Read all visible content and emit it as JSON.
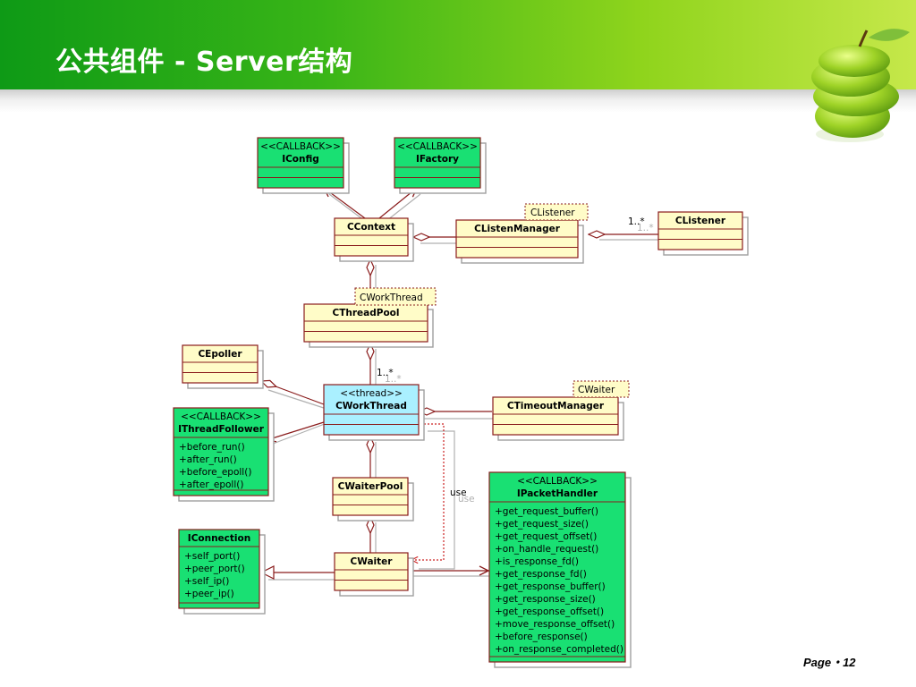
{
  "slide": {
    "title": "公共组件 - Server结构",
    "footer": "Page・12",
    "colors": {
      "header_green": "#39b517",
      "class_fill": "#fffcc8",
      "callback_fill": "#19e073",
      "active_fill": "#aaf0ff",
      "line": "#8a1c1c"
    }
  },
  "diagram": {
    "classes": {
      "iconfig": {
        "stereotype": "<<CALLBACK>>",
        "name": "IConfig",
        "members": []
      },
      "ifactory": {
        "stereotype": "<<CALLBACK>>",
        "name": "IFactory",
        "members": []
      },
      "ccontext": {
        "name": "CContext",
        "members": []
      },
      "clistenmanager": {
        "name": "CListenManager",
        "members": []
      },
      "clistener": {
        "name": "CListener",
        "members": []
      },
      "cthreadpool": {
        "name": "CThreadPool",
        "members": []
      },
      "cepoller": {
        "name": "CEpoller",
        "members": []
      },
      "ithreadfollower": {
        "stereotype": "<<CALLBACK>>",
        "name": "IThreadFollower",
        "members": [
          "+before_run()",
          "+after_run()",
          "+before_epoll()",
          "+after_epoll()"
        ]
      },
      "cworkthread": {
        "stereotype": "<<thread>>",
        "name": "CWorkThread",
        "members": []
      },
      "ctimeoutmanager": {
        "name": "CTimeoutManager",
        "members": []
      },
      "cwaiterpool": {
        "name": "CWaiterPool",
        "members": []
      },
      "ipackethandler": {
        "stereotype": "<<CALLBACK>>",
        "name": "IPacketHandler",
        "members": [
          "+get_request_buffer()",
          "+get_request_size()",
          "+get_request_offset()",
          "+on_handle_request()",
          "+is_response_fd()",
          "+get_response_fd()",
          "+get_response_buffer()",
          "+get_response_size()",
          "+get_response_offset()",
          "+move_response_offset()",
          "+before_response()",
          "+on_response_completed()"
        ]
      },
      "iconnection": {
        "name": "IConnection",
        "members": [
          "+self_port()",
          "+peer_port()",
          "+self_ip()",
          "+peer_ip()"
        ]
      },
      "cwaiter": {
        "name": "CWaiter",
        "members": []
      }
    },
    "templates": {
      "listener": "CListener",
      "workthread": "CWorkThread",
      "waiter": "CWaiter"
    },
    "labels": {
      "mult_listener": "1..*",
      "mult_listener_shadow": "1..*",
      "mult_thread": "1..*",
      "mult_thread_shadow": "1..*",
      "use": "use",
      "use_shadow": "use"
    }
  }
}
